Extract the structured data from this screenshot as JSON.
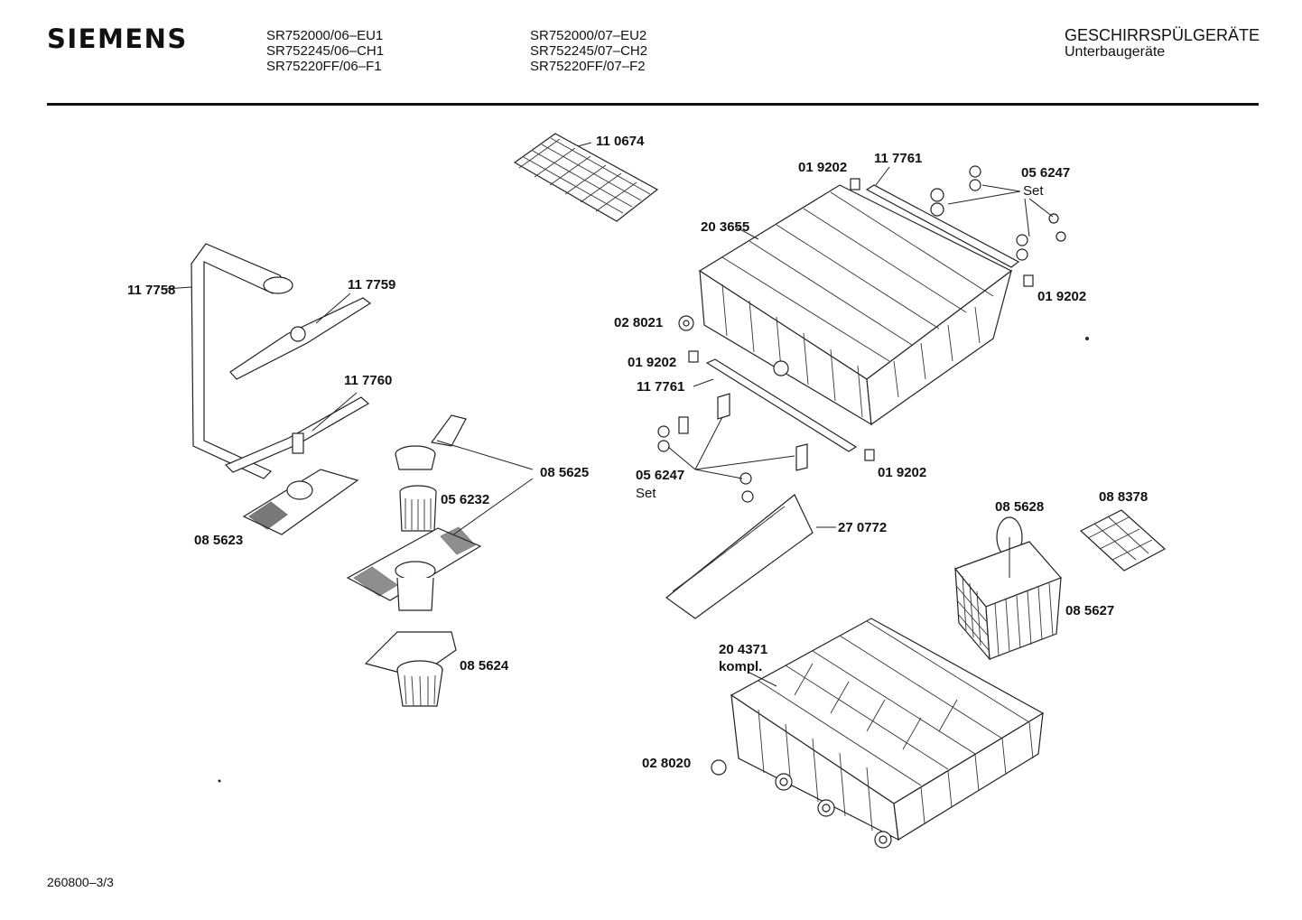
{
  "header": {
    "brand": "SIEMENS",
    "models_left": [
      "SR752000/06–EU1",
      "SR752245/06–CH1",
      "SR75220FF/06–F1"
    ],
    "models_right": [
      "SR752000/07–EU2",
      "SR752245/07–CH2",
      "SR75220FF/07–F2"
    ],
    "category_title": "GESCHIRRSPÜLGERÄTE",
    "category_subtitle": "Unterbaugeräte"
  },
  "parts": {
    "p110674": "11 0674",
    "p117758": "11 7758",
    "p117759": "11 7759",
    "p117760": "11 7760",
    "p085625": "08 5625",
    "p056232": "05 6232",
    "p085623": "08 5623",
    "p085624": "08 5624",
    "p019202_top": "01 9202",
    "p117761_top": "11 7761",
    "p056247_top": "05 6247",
    "set_top": "Set",
    "p203655": "20 3655",
    "p019202_right": "01 9202",
    "p028021": "02 8021",
    "p019202_mid": "01 9202",
    "p117761_mid": "11 7761",
    "p056247_bottom": "05 6247",
    "set_bottom": "Set",
    "p019202_bottom": "01 9202",
    "p270772": "27 0772",
    "p085628": "08 5628",
    "p088378": "08 8378",
    "p085627": "08 5627",
    "p204371": "20 4371",
    "kompl": "kompl.",
    "p028020": "02 8020"
  },
  "footer": {
    "document_number": "260800–3/3"
  }
}
